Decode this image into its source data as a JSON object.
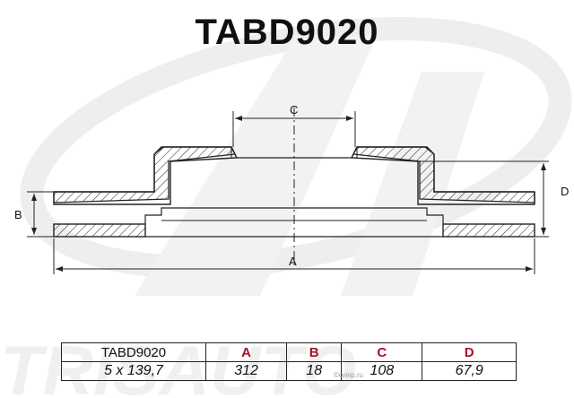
{
  "title": "TABD9020",
  "watermark": {
    "brand_text": "TRISAUTO",
    "small_text": "©oreip.ru"
  },
  "dimension_labels": {
    "a": "A",
    "b": "B",
    "c": "C",
    "d": "D"
  },
  "spec_table": {
    "headers": [
      "TABD9020",
      "A",
      "B",
      "C",
      "D"
    ],
    "values": [
      "5 x 139,7",
      "312",
      "18",
      "108",
      "67,9"
    ]
  },
  "colors": {
    "header_accent": "#a3122b",
    "line": "#222222",
    "watermark": "#ededed"
  }
}
